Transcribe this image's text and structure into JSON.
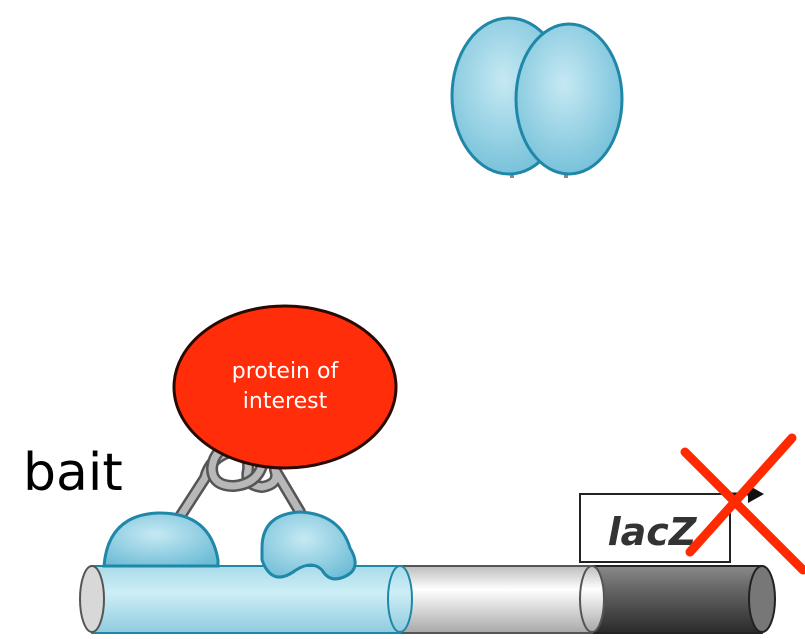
{
  "labels": {
    "bait": "bait",
    "protein_of_interest_line1": "protein of",
    "protein_of_interest_line2": "interest",
    "reporter_gene": "lacZ"
  },
  "colors": {
    "domain_fill": "#7fc7dc",
    "domain_stroke": "#1f87a8",
    "protein_fill": "#ff2d0a",
    "protein_stroke": "#2a0a00",
    "dna_light": "#e6e6e6",
    "dna_dark": "#555555",
    "cross": "#ff2a00",
    "linker": "#9a9a9a"
  },
  "reporter_state": "not expressed (crossed out)"
}
